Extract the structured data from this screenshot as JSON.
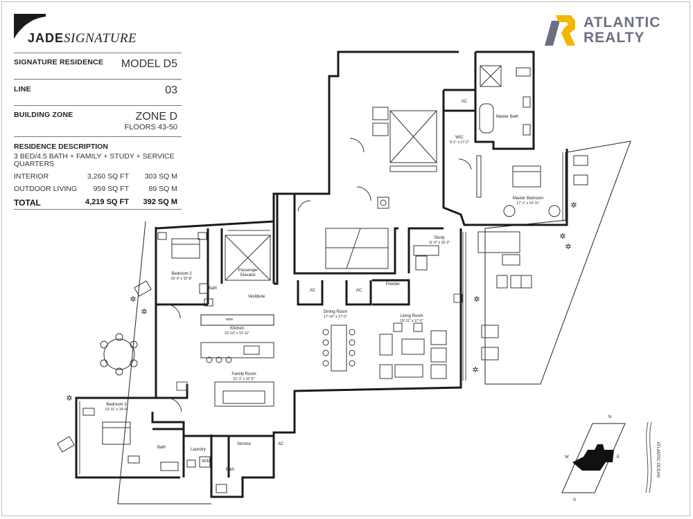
{
  "brand_logo": {
    "text_bold": "JADE",
    "text_italic": "SIGNATURE"
  },
  "realtor_logo": {
    "line1": "ATLANTIC",
    "line2": "REALTY",
    "colors": {
      "mark_gray": "#6b7080",
      "mark_yellow": "#f2b800"
    }
  },
  "specs": {
    "residence": {
      "label": "SIGNATURE RESIDENCE",
      "value": "MODEL D5"
    },
    "line": {
      "label": "LINE",
      "value": "03"
    },
    "zone": {
      "label": "BUILDING ZONE",
      "value": "ZONE D",
      "sub": "FLOORS 43-50"
    }
  },
  "description": {
    "title": "RESIDENCE DESCRIPTION",
    "text": "3 BED/4.5 BATH + FAMILY + STUDY + SERVICE QUARTERS",
    "areas": [
      {
        "label": "INTERIOR",
        "sqft": "3,260 SQ FT",
        "sqm": "303 SQ M"
      },
      {
        "label": "OUTDOOR LIVING",
        "sqft": "959 SQ FT",
        "sqm": "89 SQ M"
      }
    ],
    "total": {
      "label": "TOTAL",
      "sqft": "4,219 SQ FT",
      "sqm": "392 SQ M"
    }
  },
  "rooms": {
    "ac_top": "AC",
    "master_bath": "Master Bath",
    "wic": "WIC",
    "wic_dim": "6'-1\" x 17'-2\"",
    "master_bedroom": "Master Bedroom",
    "master_bedroom_dim": "17'-1\" x 14'-11\"",
    "study": "Study",
    "study_dim": "11'-0\" x 15'-2\"",
    "bedroom2": "Bedroom 2",
    "bedroom2_dim": "10'-0\" x 15'-8\"",
    "passenger_elevator": "Passenger Elevator",
    "bath_b2": "Bath",
    "vestibule": "Vestibule",
    "wine": "wine",
    "ac_left": "AC",
    "ac_mid": "AC",
    "powder": "Powder",
    "kitchen": "Kitchen",
    "kitchen_dim": "23'-10\" x 13'-11\"",
    "dining_room": "Dining Room",
    "dining_room_dim": "17'-10\" x 17'-0\"",
    "living_room": "Living Room",
    "living_room_dim": "19'-11\" x 17'-0\"",
    "family_room": "Family Room",
    "family_room_dim": "21'-1\" x 10'-5\"",
    "bedroom3": "Bedroom 3",
    "bedroom3_dim": "13'-11\" x 14'-6\"",
    "bath_b3": "Bath",
    "laundry": "Laundry",
    "wd": "W/D",
    "service": "Service",
    "ac_service": "AC",
    "bath_service": "Bath"
  },
  "compass": {
    "n": "N",
    "s": "S",
    "e": "E",
    "w": "W",
    "ocean": "ATLANTIC OCEAN"
  }
}
